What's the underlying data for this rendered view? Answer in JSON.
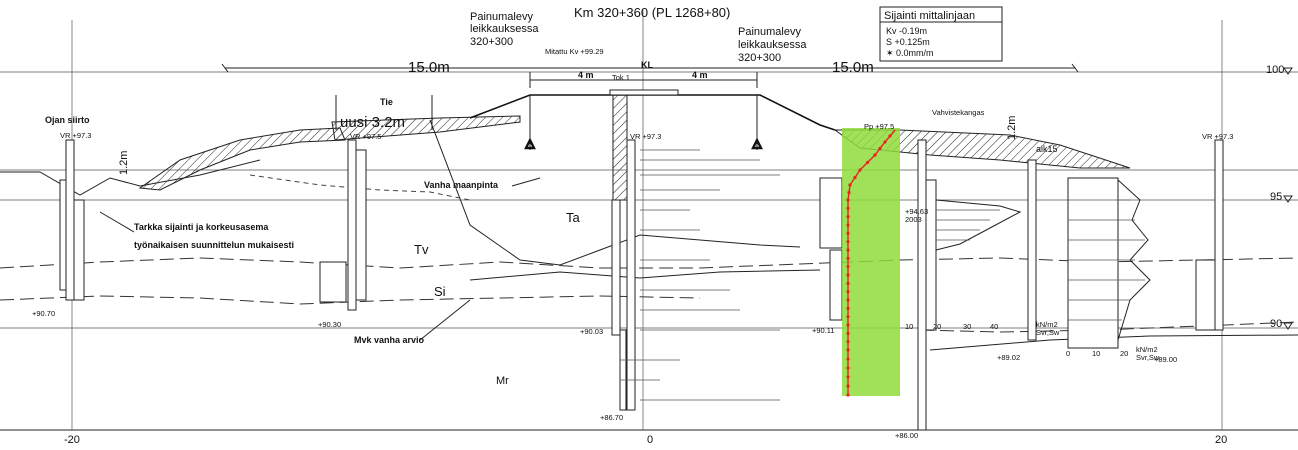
{
  "header": {
    "km": "Km 320+360 (PL 1268+80)",
    "plate_left": [
      "Painumalevy",
      "leikkauksessa",
      "320+300"
    ],
    "plate_right": [
      "Painumalevy",
      "leikkauksessa",
      "320+300"
    ],
    "measured": "Mitattu Kv +99.29",
    "kl": "KL"
  },
  "location_box": {
    "title": "Sijainti mittalinjaan",
    "lines": [
      "Kv  -0.19m",
      "S  +0.125m",
      "✶ 0.0mm/m"
    ]
  },
  "dimensions": {
    "left_span": "15.0m",
    "right_span": "15.0m",
    "half_left": "4 m",
    "half_right": "4 m",
    "tie_width": "uusi 3.2m",
    "ditch_depth": "1.2m",
    "right_depth": "1.2m"
  },
  "labels": {
    "ojan_siirto": "Ojan siirto",
    "tie": "Tie",
    "vanha_maanpinta": "Vanha maanpinta",
    "tarkka_1": "Tarkka sijainti ja korkeusasema",
    "tarkka_2": "työnaikaisen suunnittelun mukaisesti",
    "mvk": "Mvk vanha arvio",
    "vahvistekangas": "Vahvistekangas",
    "aik": "aik15",
    "tok": "Tok 1"
  },
  "soil_layers": {
    "ta": "Ta",
    "tv": "Tv",
    "si": "Si",
    "mr": "Mr"
  },
  "elevations": {
    "e100": "100",
    "e95": "95",
    "e90": "90",
    "vr_left": "VR +97.3",
    "vr_mid": "VR +97.3",
    "vr_right": "VR +97.3",
    "vr_tie": "VR +97.5",
    "pp": "Pp +97.5",
    "b9063": "+94.63",
    "b2003": "2003",
    "b9070": "+90.70",
    "b9030": "+90.30",
    "b9003": "+90.03",
    "b9011": "+90.11",
    "b8902": "+89.02",
    "b8670": "+86.70",
    "b8600": "+86.00",
    "b8900": "+89.00"
  },
  "x_axis": {
    "minus20": "-20",
    "zero": "0",
    "plus20": "20"
  },
  "scale_left": [
    "10",
    "20",
    "30",
    "40"
  ],
  "scale_right": [
    "0",
    "10",
    "20"
  ],
  "units": {
    "kn1": "kN/m2",
    "svr1": "Svr,Sw",
    "kn2": "kN/m2",
    "svr2": "Svr,Sw"
  },
  "highlight": {
    "color": "#8fdc3c",
    "marker_color": "#e8261e"
  }
}
